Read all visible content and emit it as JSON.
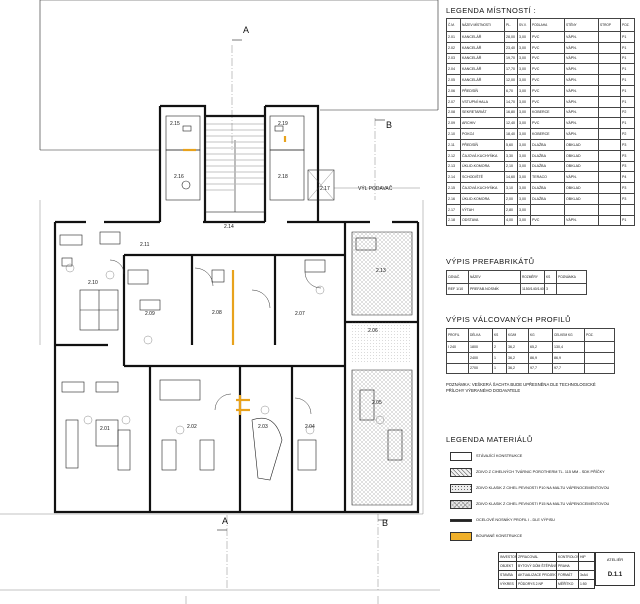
{
  "section_marks": {
    "a_top": "A",
    "a_bottom": "A",
    "b_top": "B",
    "b_bottom": "B"
  },
  "rooms": {
    "r211": "2.11",
    "r210": "2.10",
    "r209": "2.09",
    "r208": "2.08",
    "r207": "2.07",
    "r206": "2.06",
    "r213": "2.13",
    "r201": "2.01",
    "r202": "2.02",
    "r203": "2.03",
    "r204": "2.04",
    "r205": "2.05",
    "r214": "2.14",
    "r215": "2.15",
    "r216": "2.16",
    "r217": "2.17",
    "r218": "2.18",
    "r219": "2.19"
  },
  "plan_notes": {
    "entry": "VÝL PODAVAČ"
  },
  "legend_rooms": {
    "title": "LEGENDA MÍSTNOSTÍ :",
    "headers": [
      "Č.M.",
      "NÁZEV MÍSTNOSTI",
      "PL.",
      "SV.V.",
      "PODLAHA",
      "STĚNY",
      "STROP",
      "POZ."
    ],
    "rows": [
      [
        "2.01",
        "KANCELÁŘ",
        "28,00",
        "3,00",
        "PVC",
        "VÁPN.",
        "",
        "P1"
      ],
      [
        "2.02",
        "KANCELÁŘ",
        "23,40",
        "3,00",
        "PVC",
        "VÁPN.",
        "",
        "P1"
      ],
      [
        "2.03",
        "KANCELÁŘ",
        "19,70",
        "3,00",
        "PVC",
        "VÁPN.",
        "",
        "P1"
      ],
      [
        "2.04",
        "KANCELÁŘ",
        "17,70",
        "3,00",
        "PVC",
        "VÁPN.",
        "",
        "P1"
      ],
      [
        "2.05",
        "KANCELÁŘ",
        "12,00",
        "3,00",
        "PVC",
        "VÁPN.",
        "",
        "P1"
      ],
      [
        "2.06",
        "PŘEDSÍŇ",
        "6,70",
        "3,00",
        "PVC",
        "VÁPN.",
        "",
        "P1"
      ],
      [
        "2.07",
        "VSTUPNÍ HALA",
        "14,70",
        "3,00",
        "PVC",
        "VÁPN.",
        "",
        "P1"
      ],
      [
        "2.08",
        "SEKRETARIÁT",
        "16,80",
        "3,00",
        "KOBERCE",
        "VÁPN.",
        "",
        "P2"
      ],
      [
        "2.09",
        "ARCHIV",
        "12,40",
        "3,00",
        "PVC",
        "VÁPN.",
        "",
        "P1"
      ],
      [
        "2.10",
        "POKOJ",
        "18,40",
        "3,00",
        "KOBERCE",
        "VÁPN.",
        "",
        "P2"
      ],
      [
        "2.11",
        "PŘEDSÍŇ",
        "5,60",
        "3,00",
        "DLAŽBA",
        "OBKLAD",
        "",
        "P3"
      ],
      [
        "2.12",
        "ČAJOVÁ KUCHYŇKA",
        "3,30",
        "3,00",
        "DLAŽBA",
        "OBKLAD",
        "",
        "P3"
      ],
      [
        "2.13",
        "ÚKLID.KOMORA",
        "2,10",
        "3,00",
        "DLAŽBA",
        "OBKLAD",
        "",
        "P3"
      ],
      [
        "2.14",
        "SCHODIŠTĚ",
        "14,60",
        "3,00",
        "TERACO",
        "VÁPN.",
        "",
        "P4"
      ],
      [
        "2.15",
        "ČAJOVÁ KUCHYŇKA",
        "3,10",
        "3,00",
        "DLAŽBA",
        "OBKLAD",
        "",
        "P3"
      ],
      [
        "2.16",
        "ÚKLID.KOMORA",
        "2,00",
        "3,00",
        "DLAŽBA",
        "OBKLAD",
        "",
        "P3"
      ],
      [
        "2.17",
        "VÝTAH",
        "2,80",
        "3,00",
        "",
        "",
        "",
        ""
      ],
      [
        "2.18",
        "ODSTAVA",
        "4,00",
        "3,00",
        "PVC",
        "VÁPN.",
        "",
        "P1"
      ]
    ]
  },
  "prefab": {
    "title": "VÝPIS PREFABRIKÁTŮ",
    "headers": [
      "OZNAČ.",
      "NÁZEV",
      "ROZMĚRY",
      "KS",
      "POZNÁMKA"
    ],
    "rows": [
      [
        "REF 1/10",
        "PREFAB.NOSNÍK",
        "1150/140/140",
        "3",
        ""
      ]
    ]
  },
  "profiles": {
    "title": "VÝPIS VÁLCOVANÝCH PROFILŮ",
    "headers": [
      "PROFIL",
      "DÉLKA",
      "KS",
      "KG/M",
      "KG",
      "CELKEM KG",
      "POZ."
    ],
    "rows": [
      [
        "I 240",
        "1800",
        "2",
        "36,2",
        "65,2",
        "130,4",
        ""
      ],
      [
        "",
        "2400",
        "1",
        "36,2",
        "86,9",
        "86,9",
        ""
      ],
      [
        "",
        "2700",
        "1",
        "36,2",
        "97,7",
        "97,7",
        ""
      ]
    ]
  },
  "profiles_note": "POZNÁMKA: VEŠKERÁ ŠACHTA BUDE UPŘESNĚNA DLE TECHNOLOGICKÉ PŘÍLOHY VÝBRANÉHO DODAVATELE",
  "materials": {
    "title": "LEGENDA MATERIÁLŮ",
    "items": [
      {
        "label": "STÁVAJÍCÍ KONSTRUKCE",
        "fill": "#ffffff",
        "pattern": "none"
      },
      {
        "label": "ZDIVO Z CIHELNÝCH TVÁRNIC POROTHERM TL. 115 MM - SDK PŘÍČKY",
        "fill": "#f2f2f2",
        "pattern": "hatch"
      },
      {
        "label": "ZDIVO KLASIK Z CIHEL PEVNOSTI P10 NA MALTU VÁPENOCEMENTOVOU",
        "fill": "#ececec",
        "pattern": "dots"
      },
      {
        "label": "ZDIVO KLASIK Z CIHEL PEVNOSTI P15 NA MALTU VÁPENOCEMENTOVOU",
        "fill": "#e6e6e6",
        "pattern": "cross"
      },
      {
        "label": "OCELOVÉ NOSNÍKY PROFIL I - DLE VÝPISU",
        "fill": "#222222",
        "pattern": "bar"
      },
      {
        "label": "BOURANÉ KONSTRUKCE",
        "fill": "#f0b02a",
        "pattern": "solid"
      }
    ]
  },
  "title_block": {
    "rows": [
      [
        "INVESTOR",
        "ZPRACOVAL",
        "KONTROLOVAL",
        "HIP"
      ],
      [
        "OBJEKT",
        "BYTOVÝ DŮM ŠTĚPÁNSKÁ 21",
        "PRAHA",
        ""
      ],
      [
        "STAVBA",
        "AKTUALIZACE PROJEKTU 2.NP",
        "FORMÁT",
        "3xA4"
      ],
      [
        "VÝKRES",
        "PŮDORYS 2.NP",
        "MĚŘÍTKO",
        "1:50"
      ]
    ],
    "sheet_no": "D.1.1",
    "logo_text": "ATELIÉR"
  }
}
